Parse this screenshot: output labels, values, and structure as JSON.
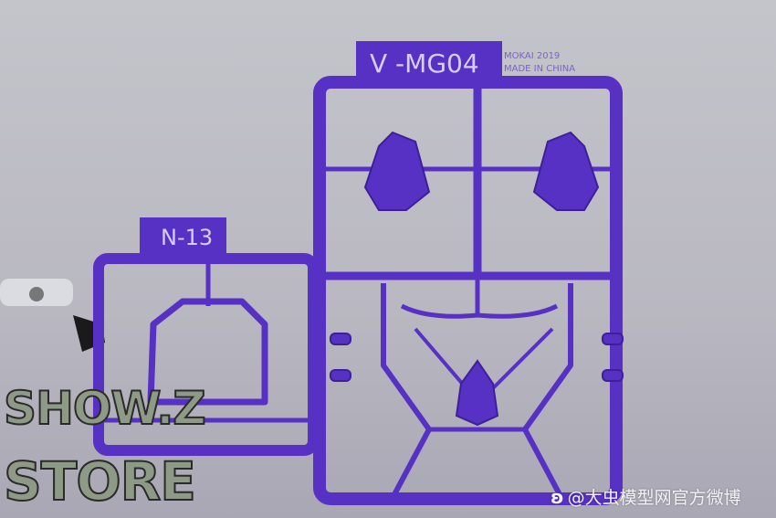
{
  "photo": {
    "colors": {
      "plastic": "#5631c4",
      "plastic_dark": "#3d1f9a",
      "background": "#bdbcc4"
    },
    "large_sprue": {
      "label": "V -MG04",
      "maker": "MOKAI  2019",
      "origin": "MADE IN CHINA"
    },
    "small_sprue": {
      "label": "N-13"
    }
  },
  "watermark": {
    "line1": "SHOW.Z",
    "line2": "STORE"
  },
  "credit": {
    "icon": "weibo-icon",
    "text": "@大虫模型网官方微博"
  }
}
